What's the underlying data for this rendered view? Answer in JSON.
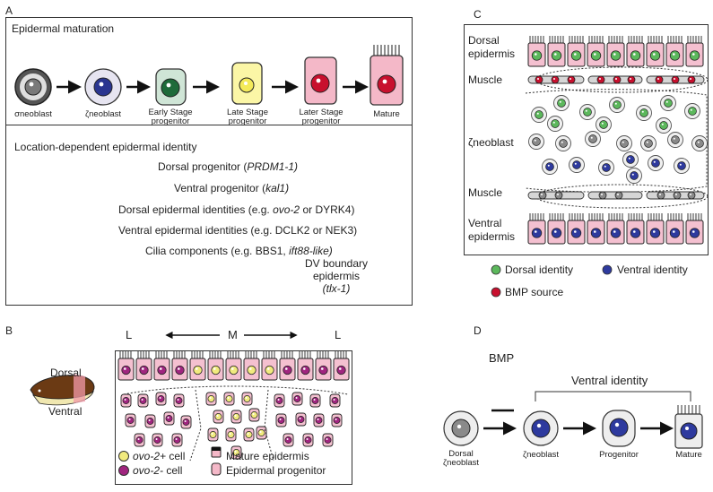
{
  "panels": {
    "a": "A",
    "b": "B",
    "c": "C",
    "d": "D"
  },
  "panel_a": {
    "title": "Epidermal maturation",
    "stages": [
      {
        "line1": "σneoblast",
        "line2": ""
      },
      {
        "line1": "ζneoblast",
        "line2": ""
      },
      {
        "line1": "Early Stage",
        "line2": "progenitor"
      },
      {
        "line1": "Late Stage",
        "line2": "progenitor"
      },
      {
        "line1": "Later Stage",
        "line2": "progenitor"
      },
      {
        "line1": "Mature",
        "line2": ""
      }
    ],
    "identity_title": "Location-dependent epidermal identity",
    "lines": {
      "dorsal_prog": "Dorsal progenitor (",
      "dorsal_prog_gene": "PRDM1-1)",
      "ventral_prog": "Ventral progenitor (",
      "ventral_prog_gene": "kal1)",
      "dorsal_epi": "Dorsal epidermal identities (e.g. ",
      "dorsal_epi_gene": "ovo-2",
      "dorsal_epi_tail": " or DYRK4)",
      "ventral_epi": "Ventral epidermal identities (e.g. DCLK2 or NEK3)",
      "cilia": "Cilia components (e.g. BBS1, ",
      "cilia_gene": "ift88-like)",
      "dv1": "DV boundary",
      "dv2": "epidermis",
      "dv3": "(tlx-1)"
    }
  },
  "panel_b": {
    "L_left": "L",
    "M": "M",
    "L_right": "L",
    "dorsal": "Dorsal",
    "ventral": "Ventral",
    "legend": {
      "ovo_pos_gene": "ovo-2+",
      "ovo_pos_tail": " cell",
      "ovo_neg_gene": "ovo-2-",
      "ovo_neg_tail": " cell",
      "mature": "Mature epidermis",
      "progenitor": "Epidermal progenitor"
    },
    "colors": {
      "yellow": "#f1ea7e",
      "purple": "#a0257f",
      "pink": "#f0c8d6"
    }
  },
  "panel_c": {
    "dorsal_epidermis": [
      "Dorsal",
      "epidermis"
    ],
    "muscle_top": "Muscle",
    "zneoblast": "ζneoblast",
    "muscle_bottom": "Muscle",
    "ventral_epidermis": [
      "Ventral",
      "epidermis"
    ],
    "legend": {
      "dorsal": "Dorsal identity",
      "ventral": "Ventral identity",
      "bmp": "BMP source"
    },
    "colors": {
      "green": "#5cb85c",
      "blue": "#2e3a9e",
      "red": "#c8102e"
    }
  },
  "panel_d": {
    "bmp": "BMP",
    "ventral_identity": "Ventral identity",
    "dorsal_zneo": [
      "Dorsal",
      "ζneoblast"
    ],
    "zneoblast": "ζneoblast",
    "progenitor": "Progenitor",
    "mature": "Mature"
  }
}
